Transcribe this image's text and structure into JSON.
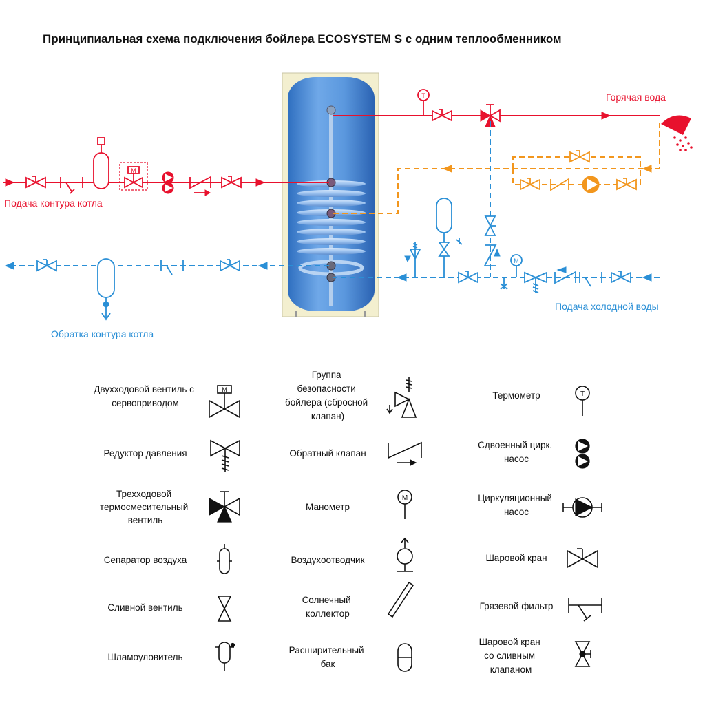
{
  "title": "Принципиальная схема подключения бойлера ECOSYSTEM S с одним теплообменником",
  "labels": {
    "hot_water": "Горячая вода",
    "boiler_supply": "Подача контура котла",
    "boiler_return": "Обратка контура котла",
    "cold_supply": "Подача холодной воды"
  },
  "symbol_letters": {
    "thermometer": "T",
    "manometer": "M",
    "servo": "M"
  },
  "legend": {
    "col1": [
      {
        "lines": [
          "Двухходовой вентиль с",
          "сервоприводом"
        ]
      },
      {
        "lines": [
          "Редуктор давления"
        ]
      },
      {
        "lines": [
          "Трехходовой",
          "термосмесительный",
          "вентиль"
        ]
      },
      {
        "lines": [
          "Сепаратор воздуха"
        ]
      },
      {
        "lines": [
          "Сливной вентиль"
        ]
      },
      {
        "lines": [
          "Шламоуловитель"
        ]
      }
    ],
    "col2": [
      {
        "lines": [
          "Группа",
          "безопасности",
          "бойлера (сбросной",
          "клапан)"
        ]
      },
      {
        "lines": [
          "Обратный клапан"
        ]
      },
      {
        "lines": [
          "Манометр"
        ]
      },
      {
        "lines": [
          "Воздухоотводчик"
        ]
      },
      {
        "lines": [
          "Солнечный",
          "коллектор"
        ]
      },
      {
        "lines": [
          "Расширительный",
          "бак"
        ]
      }
    ],
    "col3": [
      {
        "lines": [
          "Термометр"
        ]
      },
      {
        "lines": [
          "Сдвоенный цирк.",
          "насос"
        ]
      },
      {
        "lines": [
          "Циркуляционный",
          "насос"
        ]
      },
      {
        "lines": [
          "Шаровой кран"
        ]
      },
      {
        "lines": [
          "Грязевой фильтр"
        ]
      },
      {
        "lines": [
          "Шаровой кран",
          "со сливным",
          "клапаном"
        ]
      }
    ]
  },
  "colors": {
    "hot": "#e8112d",
    "cold": "#2a8fd6",
    "circulation": "#f2961d",
    "tank": "#4a90d9"
  }
}
